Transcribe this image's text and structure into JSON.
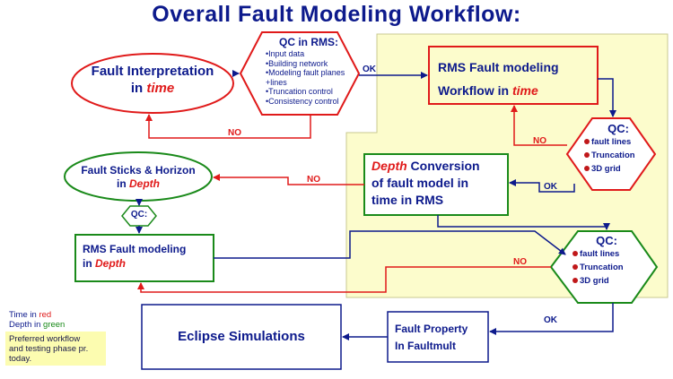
{
  "title": "Overall Fault Modeling Workflow:",
  "fault_interp": {
    "line1": "Fault Interpretation",
    "line2_prefix": "in ",
    "line2_em": "time"
  },
  "qc_rms": {
    "title": "QC in RMS:",
    "items": [
      "•Input data",
      "•Building network",
      "•Modeling fault planes",
      "+lines",
      "•Truncation control",
      "•Consistency control"
    ]
  },
  "rms_time": {
    "line1": "RMS Fault modeling",
    "line2_prefix": "Workflow in ",
    "line2_em": "time"
  },
  "qc_time": {
    "title": "QC:",
    "items": [
      "fault lines",
      "Truncation",
      "3D grid"
    ]
  },
  "depth_conv": {
    "em": "Depth",
    "line1_rest": " Conversion",
    "line2": "of fault model in",
    "line3": "time in RMS"
  },
  "sticks": {
    "line1": "Fault Sticks & Horizon",
    "line2_prefix": "in ",
    "line2_em": "Depth"
  },
  "qc_small": {
    "title": "QC:"
  },
  "rms_depth": {
    "line1": "RMS Fault modeling",
    "line2_prefix": "in ",
    "line2_em": "Depth"
  },
  "qc_depth": {
    "title": "QC:",
    "items": [
      "fault lines",
      "Truncation",
      "3D grid"
    ]
  },
  "fault_property": {
    "line1": "Fault Property",
    "line2": "In Faultmult"
  },
  "eclipse": {
    "label": "Eclipse Simulations"
  },
  "arrow_labels": {
    "ok1": "OK",
    "no1": "NO",
    "no2": "NO",
    "no3": "NO",
    "ok2": "OK",
    "ok3": "OK"
  },
  "legend": {
    "time_prefix": "Time in ",
    "time_word": "red",
    "depth_prefix": "Depth in ",
    "depth_word": "green",
    "note": [
      "Preferred workflow",
      "and testing phase pr.",
      "today."
    ]
  },
  "colors": {
    "navy": "#0d1a8c",
    "red": "#e01a1a",
    "green": "#1a8a1a",
    "yellow_bg": "#fcfccc",
    "legend_bg": "#fcfcb0"
  }
}
